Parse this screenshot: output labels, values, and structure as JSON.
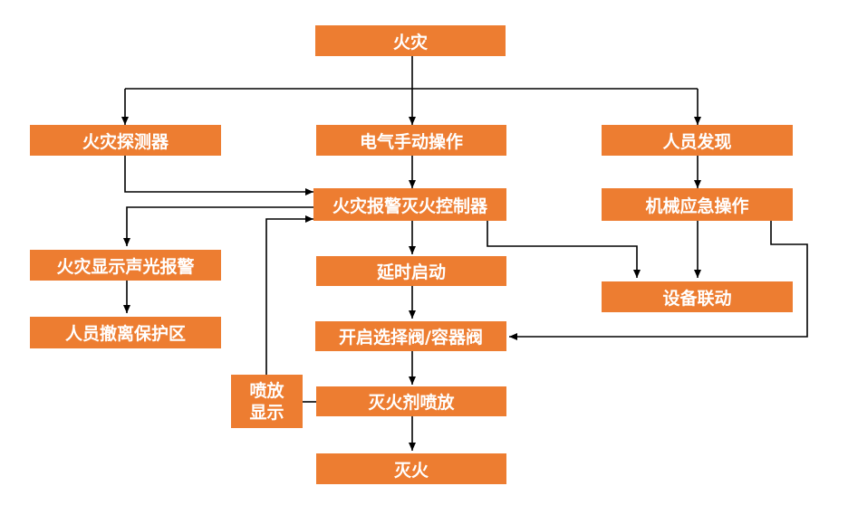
{
  "nodes": {
    "fire": "火灾",
    "fire_detector": "火灾探测器",
    "manual_electric": "电气手动操作",
    "person_found": "人员发现",
    "controller": "火灾报警灭火控制器",
    "mechanical_emergency": "机械应急操作",
    "display_alarm": "火灾显示声光报警",
    "delay_start": "延时启动",
    "equipment_link": "设备联动",
    "evacuate": "人员撤离保护区",
    "open_valve": "开启选择阀/容器阀",
    "spray_display_line1": "喷放",
    "spray_display_line2": "显示",
    "agent_spray": "灭火剂喷放",
    "extinguished": "灭火"
  },
  "colors": {
    "box_fill": "#ed7d31",
    "box_text": "#ffffff",
    "connector": "#000000"
  }
}
